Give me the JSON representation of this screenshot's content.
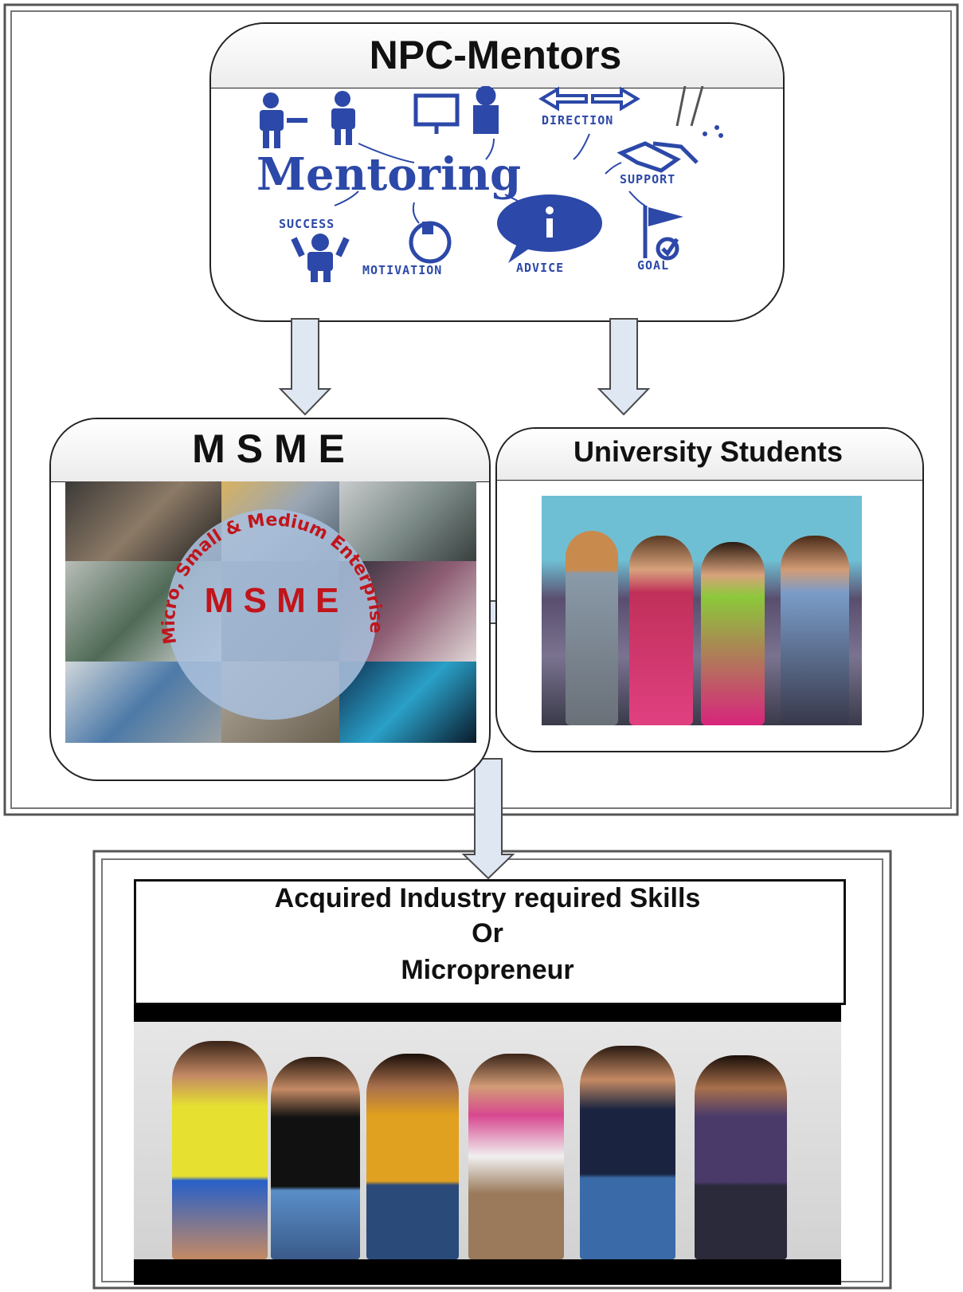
{
  "mentors": {
    "title": "NPC-Mentors",
    "illustration": {
      "main_word": "Mentoring",
      "words": [
        "DIRECTION",
        "SUPPORT",
        "SUCCESS",
        "MOTIVATION",
        "ADVICE",
        "GOAL"
      ],
      "icons": [
        "coaching-figures-icon",
        "presentation-board-icon",
        "direction-arrows-icon",
        "handshake-icon",
        "success-figure-icon",
        "motivation-thumbs-up-icon",
        "advice-info-bubble-icon",
        "goal-flag-icon"
      ]
    }
  },
  "msme": {
    "title": "M S M E",
    "seal": {
      "arc_text": "Micro, Small & Medium Enterprises",
      "center_text": "M S M E"
    }
  },
  "students": {
    "title": "University Students"
  },
  "outcome": {
    "line1": "Acquired Industry required Skills",
    "line2": "Or",
    "line3": "Micropreneur"
  },
  "colors": {
    "arrow_fill": "#dfe7f3",
    "arrow_stroke": "#4a4a4a",
    "mentoring_blue": "#2c48a8",
    "seal_red": "#c0151b",
    "seal_fill": "#a8bfdc"
  }
}
